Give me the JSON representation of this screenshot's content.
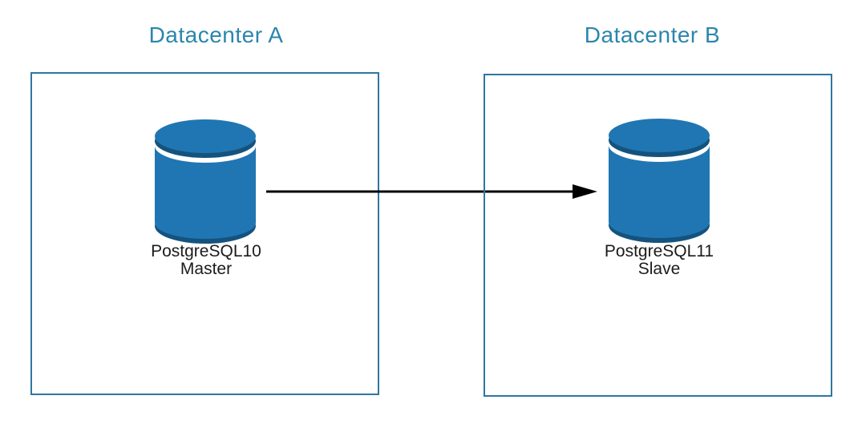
{
  "diagram": {
    "type": "replication-topology",
    "datacenters": [
      {
        "title": "Datacenter A",
        "database": {
          "label": "PostgreSQL10",
          "role": "Master"
        }
      },
      {
        "title": "Datacenter B",
        "database": {
          "label": "PostgreSQL11",
          "role": "Slave"
        }
      }
    ],
    "connection": {
      "from": "PostgreSQL10 Master",
      "to": "PostgreSQL11 Slave",
      "style": "solid-arrow",
      "direction": "left-to-right"
    },
    "icons": {
      "database": "database-cylinder"
    },
    "colors": {
      "background": "#ffffff",
      "box_border": "#2e76a0",
      "title_text": "#2b86ad",
      "label_text": "#1b1b1b",
      "db_body": "#2076b2",
      "db_dark_rim": "#14537e",
      "arrow": "#000000"
    }
  }
}
